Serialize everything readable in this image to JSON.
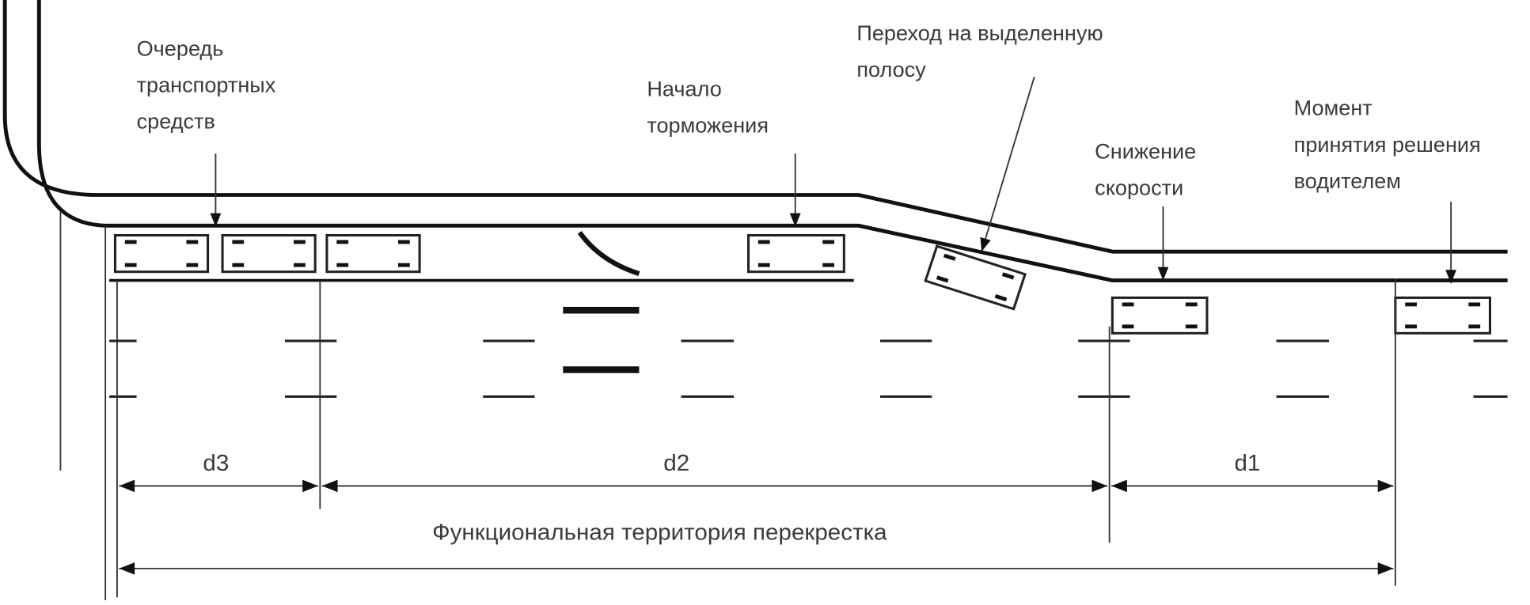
{
  "labels": {
    "queue": [
      "Очередь",
      "транспортных",
      "средств"
    ],
    "braking_start": [
      "Начало",
      "торможения"
    ],
    "lane_change": [
      "Переход на выделенную",
      "полосу"
    ],
    "speed_reduction": [
      "Снижение",
      "скорости"
    ],
    "decision_moment": [
      "Момент",
      "принятия решения",
      "водителем"
    ]
  },
  "dimensions": {
    "d1": "d1",
    "d2": "d2",
    "d3": "d3",
    "total": "Функциональная территория перекрестка"
  }
}
